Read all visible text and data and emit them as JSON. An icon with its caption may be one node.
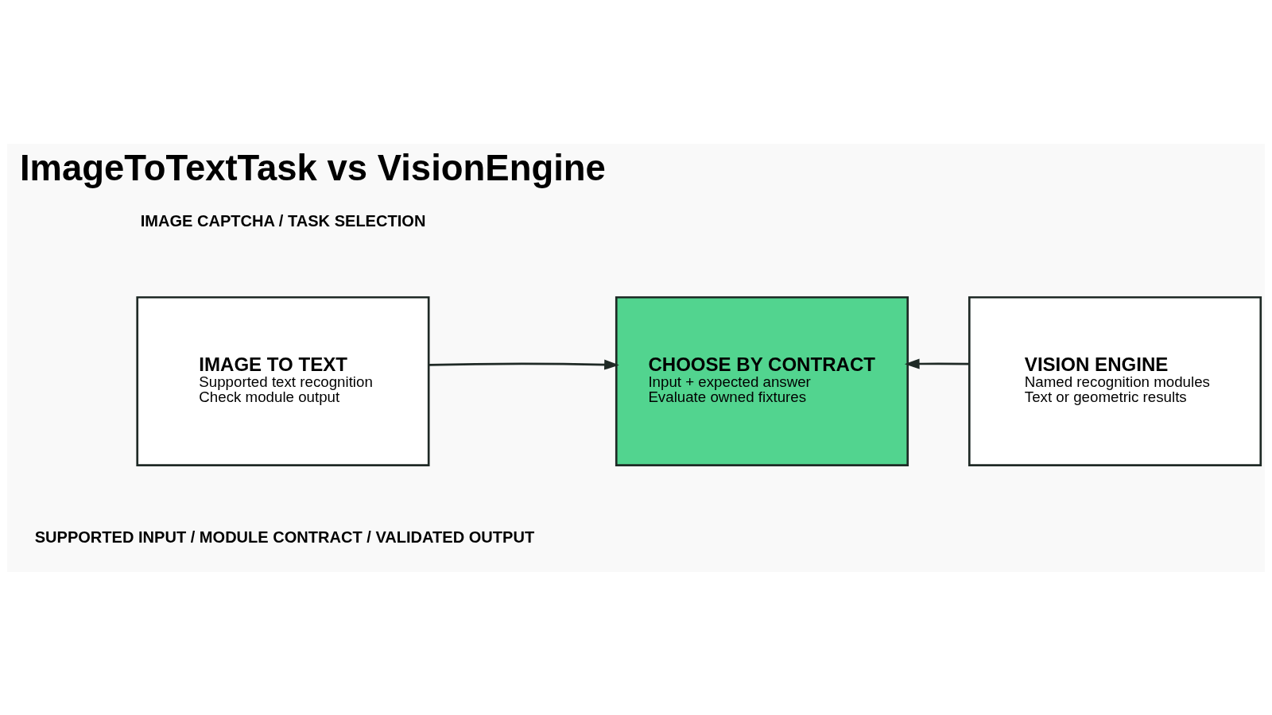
{
  "diagram": {
    "title": "ImageToTextTask vs VisionEngine",
    "nodes": [
      {
        "text": [
          "IMAGE TO TEXT",
          "Supported text recognition",
          "Check module output"
        ]
      },
      {
        "text": [
          "CHOOSE BY CONTRACT",
          "Input + expected answer",
          "Evaluate owned fixtures"
        ]
      },
      {
        "text": [
          "VISION ENGINE",
          "Named recognition modules",
          "Text or geometric results"
        ]
      }
    ],
    "edges": [
      {
        "from": 0,
        "to": 1,
        "arrow": "to"
      },
      {
        "from": 2,
        "to": 1,
        "arrow": "to"
      }
    ],
    "labels": [
      "IMAGE CAPTCHA / TASK SELECTION",
      "SUPPORTED INPUT / MODULE CONTRACT / VALIDATED OUTPUT"
    ]
  }
}
